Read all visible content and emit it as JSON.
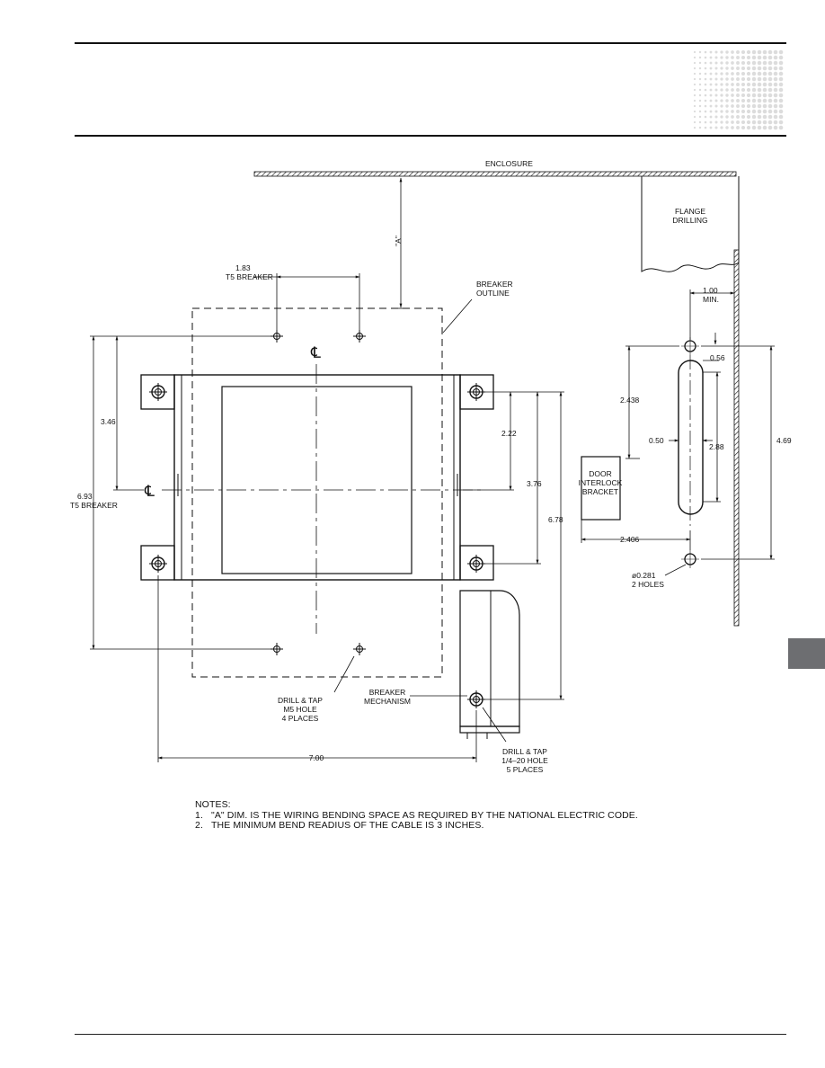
{
  "labels": {
    "enclosure": "ENCLOSURE",
    "flange_line1": "FLANGE",
    "flange_line2": "DRILLING",
    "breaker_outline_line1": "BREAKER",
    "breaker_outline_line2": "OUTLINE",
    "dim_a": "\"A\"",
    "t5_183_value": "1.83",
    "t5_183_label": "T5 BREAKER",
    "dim_346": "3.46",
    "dim_693_value": "6.93",
    "dim_693_label": "T5 BREAKER",
    "dim_222": "2.22",
    "dim_376": "3.76",
    "dim_678": "6.78",
    "dim_700": "7.00",
    "dim_100_value": "1.00",
    "dim_100_label": "MIN.",
    "dim_056": "0.56",
    "dim_2438": "2.438",
    "dim_050": "0.50",
    "dim_288": "2.88",
    "dim_469": "4.69",
    "dim_2406": "2.406",
    "door_line1": "DOOR",
    "door_line2": "INTERLOCK",
    "door_line3": "BRACKET",
    "hole_line1": "ø0.281",
    "hole_line2": "2 HOLES",
    "m5_line1": "DRILL & TAP",
    "m5_line2": "M5 HOLE",
    "m5_line3": "4 PLACES",
    "mech_line1": "BREAKER",
    "mech_line2": "MECHANISM",
    "quarter_line1": "DRILL & TAP",
    "quarter_line2": "1/4–20 HOLE",
    "quarter_line3": "5 PLACES",
    "centerline_symbol": "℄"
  },
  "notes": {
    "heading": "NOTES:",
    "items": [
      {
        "num": "1.",
        "text": "\"A\" DIM. IS THE WIRING BENDING SPACE AS REQUIRED BY THE NATIONAL ELECTRIC CODE."
      },
      {
        "num": "2.",
        "text": "THE MINIMUM BEND READIUS OF THE CABLE IS 3 INCHES."
      }
    ]
  },
  "colors": {
    "ink": "#111111",
    "side_tab": "#6d6e71",
    "dots": "#dcdcdc"
  }
}
